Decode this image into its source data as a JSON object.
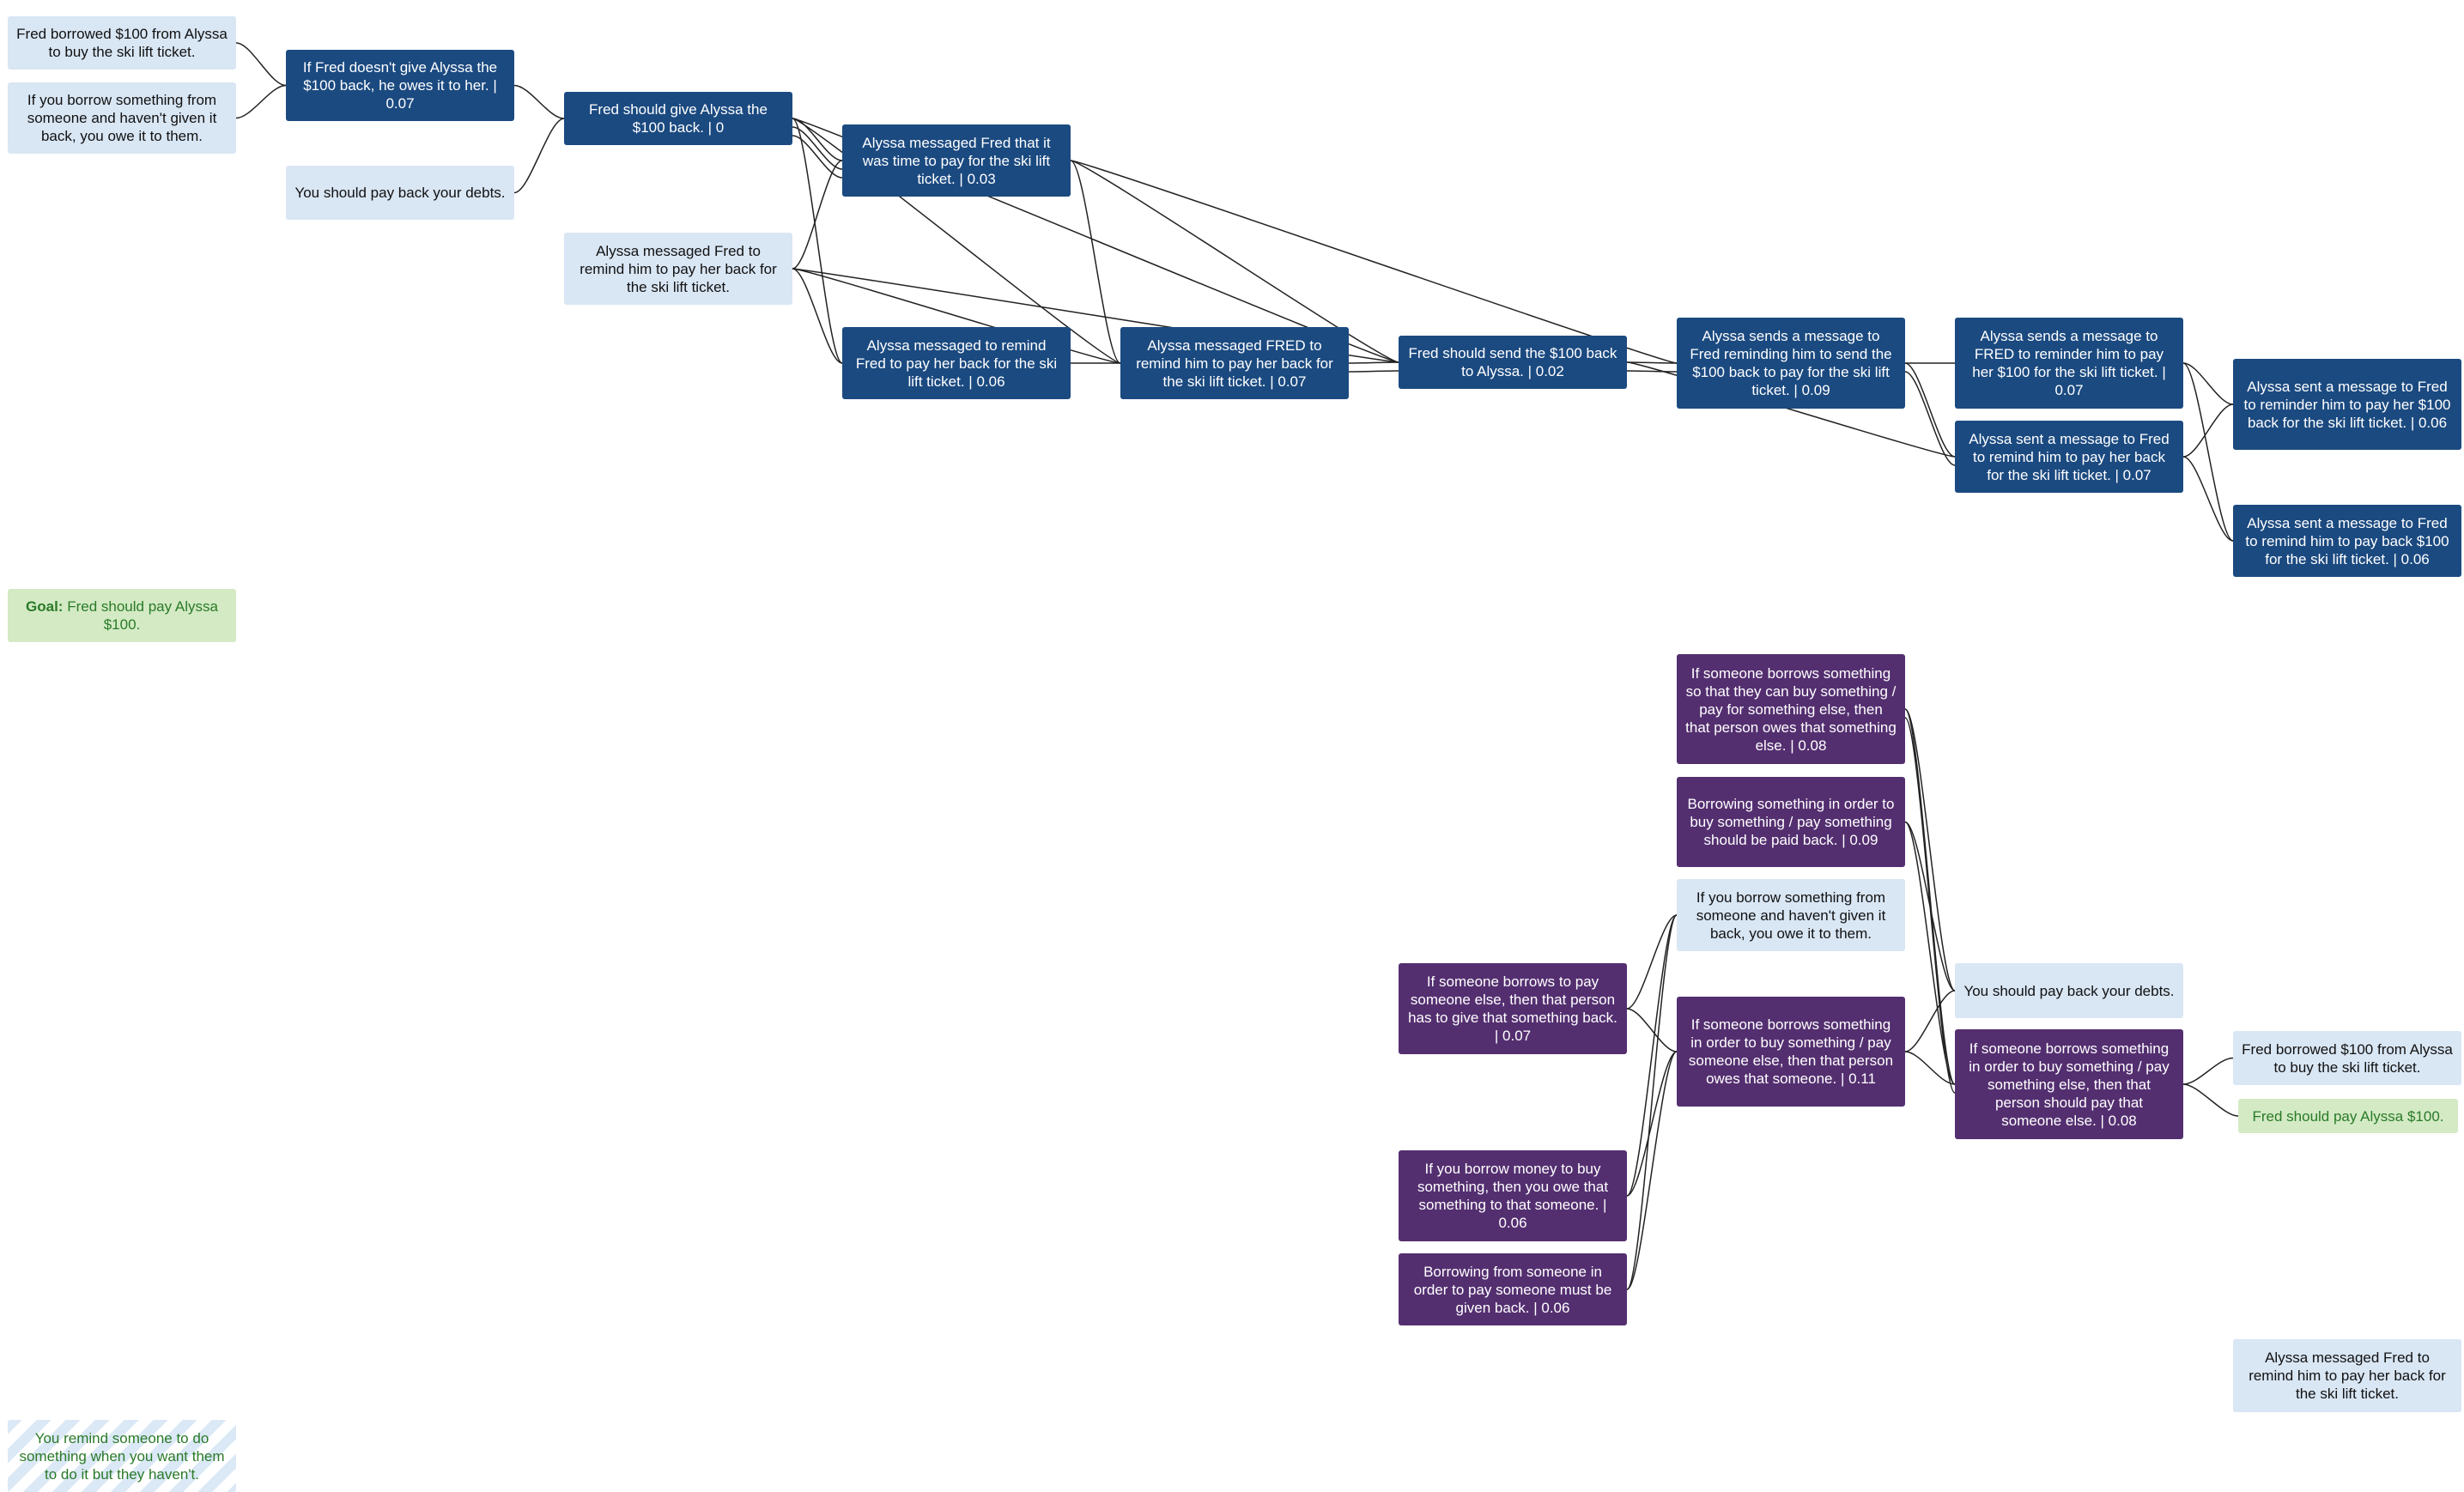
{
  "colors": {
    "premise": "#d9e6f4",
    "intermediate": "#1b4a80",
    "rule": "#542f70",
    "goal": "#d3eac4",
    "goal_text": "#2a7a28",
    "edge": "#222222"
  },
  "nodes": {
    "n_fred_borrowed": "Fred borrowed $100 from Alyssa to buy the ski lift ticket.",
    "n_if_borrow_owe": "If you borrow something from someone and haven't given it back, you owe it to them.",
    "n_pay_debts": "You should pay back your debts.",
    "n_if_fred_doesnt": "If Fred doesn't give Alyssa the $100 back, he owes it to her. | 0.07",
    "n_fred_should_give": "Fred should give Alyssa the $100 back. | 0",
    "n_alyssa_remind_premise": "Alyssa messaged Fred to remind him to pay her back for the ski lift ticket.",
    "n_alyssa_time_to_pay": "Alyssa messaged Fred that it was time to pay for the ski lift ticket. | 0.03",
    "n_alyssa_messaged_to_remind": "Alyssa messaged to remind Fred to pay her back for the ski lift ticket. | 0.06",
    "n_alyssa_messaged_FRED": "Alyssa messaged FRED to remind him to pay her back for the ski lift ticket. | 0.07",
    "n_fred_should_send": "Fred should send the $100 back to Alyssa. | 0.02",
    "n_alyssa_sends_reminding": "Alyssa sends a message to Fred reminding him to send the $100 back to pay for the ski lift ticket. | 0.09",
    "n_alyssa_sends_FRED": "Alyssa sends a message to FRED to reminder him to pay her $100 for the ski lift ticket. | 0.07",
    "n_alyssa_sent_remind": "Alyssa sent a message to Fred to remind him to pay her back for the ski lift ticket. | 0.07",
    "n_alyssa_sent_reminder_100": "Alyssa sent a message to Fred to reminder him to pay her $100 back for the ski lift ticket. | 0.06",
    "n_alyssa_sent_remind_100": "Alyssa sent a message to Fred to remind him to pay back $100 for the ski lift ticket. | 0.06",
    "goal_label": "Goal:",
    "goal_text": "Fred should pay Alyssa $100.",
    "p_someone_borrows_so": "If someone borrows something so that they can buy something / pay for something else, then that person owes that something else. | 0.08",
    "p_borrowing_in_order": "Borrowing something in order to buy something / pay something should be paid back. | 0.09",
    "n_if_borrow_owe_2": "If you borrow something from someone and haven't given it back, you owe it to them.",
    "p_someone_borrows_pay": "If someone borrows to pay someone else, then that person has to give that something back. | 0.07",
    "p_someone_borrows_owes": "If someone borrows something in order to buy something / pay someone else, then that person owes that someone. | 0.11",
    "n_pay_debts_2": "You should pay back your debts.",
    "p_someone_borrows_should": "If someone borrows something in order to buy something / pay something else, then that person should pay that someone else. | 0.08",
    "n_fred_borrowed_2": "Fred borrowed $100 from Alyssa to buy the ski lift ticket.",
    "n_goal_leaf": "Fred should pay Alyssa $100.",
    "p_borrow_money": "If you borrow money to buy something, then you owe that something to that someone. | 0.06",
    "p_borrowing_from": "Borrowing from someone in order to pay someone must be given back. | 0.06",
    "n_alyssa_remind_premise_2": "Alyssa messaged Fred to remind him to pay her back for the ski lift ticket.",
    "n_remind_someone": "You remind someone to do something when you want them to do it but they haven't."
  },
  "edges": [
    [
      "n_fred_borrowed",
      "n_if_fred_doesnt"
    ],
    [
      "n_if_borrow_owe",
      "n_if_fred_doesnt"
    ],
    [
      "n_if_fred_doesnt",
      "n_fred_should_give"
    ],
    [
      "n_pay_debts",
      "n_fred_should_give"
    ],
    [
      "n_fred_should_give",
      "n_alyssa_time_to_pay"
    ],
    [
      "n_fred_should_give",
      "n_alyssa_time_to_pay"
    ],
    [
      "n_fred_should_give",
      "n_alyssa_time_to_pay"
    ],
    [
      "n_alyssa_remind_premise",
      "n_alyssa_time_to_pay"
    ],
    [
      "n_fred_should_give",
      "n_alyssa_messaged_to_remind"
    ],
    [
      "n_alyssa_remind_premise",
      "n_alyssa_messaged_to_remind"
    ],
    [
      "n_fred_should_give",
      "n_alyssa_messaged_FRED"
    ],
    [
      "n_alyssa_remind_premise",
      "n_alyssa_messaged_FRED"
    ],
    [
      "n_fred_should_give",
      "n_fred_should_send"
    ],
    [
      "n_alyssa_remind_premise",
      "n_fred_should_send"
    ],
    [
      "n_alyssa_time_to_pay",
      "n_alyssa_messaged_FRED"
    ],
    [
      "n_alyssa_time_to_pay",
      "n_fred_should_send"
    ],
    [
      "n_alyssa_time_to_pay",
      "n_alyssa_sends_reminding"
    ],
    [
      "n_alyssa_messaged_to_remind",
      "n_alyssa_messaged_FRED"
    ],
    [
      "n_alyssa_messaged_FRED",
      "n_fred_should_send"
    ],
    [
      "n_alyssa_messaged_FRED",
      "n_fred_should_send"
    ],
    [
      "n_fred_should_send",
      "n_alyssa_sends_reminding"
    ],
    [
      "n_fred_should_send",
      "n_alyssa_sends_reminding"
    ],
    [
      "n_fred_should_send",
      "n_alyssa_sent_remind"
    ],
    [
      "n_alyssa_sends_reminding",
      "n_alyssa_sends_FRED"
    ],
    [
      "n_alyssa_sends_reminding",
      "n_alyssa_sent_remind"
    ],
    [
      "n_alyssa_sends_reminding",
      "n_alyssa_sent_remind"
    ],
    [
      "n_alyssa_sends_FRED",
      "n_alyssa_sent_reminder_100"
    ],
    [
      "n_alyssa_sends_FRED",
      "n_alyssa_sent_remind_100"
    ],
    [
      "n_alyssa_sent_remind",
      "n_alyssa_sent_reminder_100"
    ],
    [
      "n_alyssa_sent_remind",
      "n_alyssa_sent_remind_100"
    ],
    [
      "p_someone_borrows_pay",
      "n_if_borrow_owe_2"
    ],
    [
      "p_someone_borrows_pay",
      "p_someone_borrows_owes"
    ],
    [
      "p_borrow_money",
      "n_if_borrow_owe_2"
    ],
    [
      "p_borrow_money",
      "p_someone_borrows_owes"
    ],
    [
      "p_borrowing_from",
      "n_if_borrow_owe_2"
    ],
    [
      "p_borrowing_from",
      "p_someone_borrows_owes"
    ],
    [
      "p_someone_borrows_so",
      "n_pay_debts_2"
    ],
    [
      "p_someone_borrows_so",
      "p_someone_borrows_should"
    ],
    [
      "p_someone_borrows_so",
      "p_someone_borrows_should"
    ],
    [
      "p_borrowing_in_order",
      "n_pay_debts_2"
    ],
    [
      "p_borrowing_in_order",
      "p_someone_borrows_should"
    ],
    [
      "p_someone_borrows_owes",
      "n_pay_debts_2"
    ],
    [
      "p_someone_borrows_owes",
      "p_someone_borrows_should"
    ],
    [
      "p_someone_borrows_should",
      "n_fred_borrowed_2"
    ],
    [
      "p_someone_borrows_should",
      "n_goal_leaf"
    ]
  ]
}
